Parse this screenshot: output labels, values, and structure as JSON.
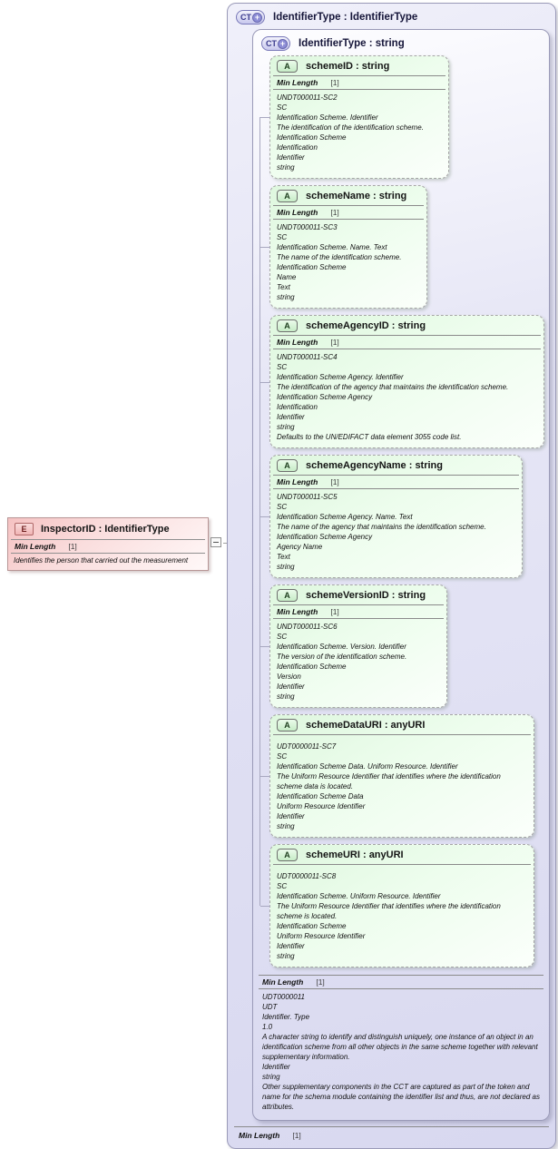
{
  "element_box": {
    "icon": "E",
    "title": "InspectorID : IdentifierType",
    "facet": {
      "label": "Min Length",
      "value": "[1]"
    },
    "description": "Identifies the person that carried out the measurement"
  },
  "outer_type_box": {
    "icon": "CT",
    "icon_plus": "+",
    "title": "IdentifierType : IdentifierType",
    "facet": {
      "label": "Min Length",
      "value": "[1]"
    }
  },
  "inner_type_box": {
    "icon": "CT",
    "icon_plus": "+",
    "title": "IdentifierType : string",
    "attributes": [
      {
        "icon": "A",
        "name": "schemeID : string",
        "facet": {
          "label": "Min Length",
          "value": "[1]"
        },
        "details": [
          "UNDT000011-SC2",
          "SC",
          "Identification Scheme. Identifier",
          "The identification of the identification scheme.",
          "Identification Scheme",
          "Identification",
          "Identifier",
          "string"
        ]
      },
      {
        "icon": "A",
        "name": "schemeName : string",
        "facet": {
          "label": "Min Length",
          "value": "[1]"
        },
        "details": [
          "UNDT000011-SC3",
          "SC",
          "Identification Scheme. Name. Text",
          "The name of the identification scheme.",
          "Identification Scheme",
          "Name",
          "Text",
          "string"
        ]
      },
      {
        "icon": "A",
        "name": "schemeAgencyID : string",
        "facet": {
          "label": "Min Length",
          "value": "[1]"
        },
        "details": [
          "UNDT000011-SC4",
          "SC",
          "Identification Scheme Agency. Identifier",
          "The identification of the agency that maintains the identification scheme.",
          "Identification Scheme Agency",
          "Identification",
          "Identifier",
          "string",
          "Defaults to the UN/EDIFACT data element 3055 code list."
        ]
      },
      {
        "icon": "A",
        "name": "schemeAgencyName : string",
        "facet": {
          "label": "Min Length",
          "value": "[1]"
        },
        "details": [
          "UNDT000011-SC5",
          "SC",
          "Identification Scheme Agency. Name. Text",
          "The name of the agency that maintains the identification scheme.",
          "Identification Scheme Agency",
          "Agency Name",
          "Text",
          "string"
        ]
      },
      {
        "icon": "A",
        "name": "schemeVersionID : string",
        "facet": {
          "label": "Min Length",
          "value": "[1]"
        },
        "details": [
          "UNDT000011-SC6",
          "SC",
          "Identification Scheme. Version. Identifier",
          "The version of the identification scheme.",
          "Identification Scheme",
          "Version",
          "Identifier",
          "string"
        ]
      },
      {
        "icon": "A",
        "name": "schemeDataURI : anyURI",
        "details": [
          "UDT0000011-SC7",
          "SC",
          "Identification Scheme Data. Uniform Resource. Identifier",
          "The Uniform Resource Identifier that identifies where the identification scheme data is located.",
          "Identification Scheme Data",
          "Uniform Resource Identifier",
          "Identifier",
          "string"
        ]
      },
      {
        "icon": "A",
        "name": "schemeURI : anyURI",
        "details": [
          "UDT0000011-SC8",
          "SC",
          "Identification Scheme. Uniform Resource. Identifier",
          "The Uniform Resource Identifier that identifies where the identification scheme is located.",
          "Identification Scheme",
          "Uniform Resource Identifier",
          "Identifier",
          "string"
        ]
      }
    ],
    "facet": {
      "label": "Min Length",
      "value": "[1]"
    },
    "details": [
      "UDT0000011",
      "UDT",
      "Identifier. Type",
      "1.0",
      "A character string to identify and distinguish uniquely, one instance of an object in an identification scheme from all other objects in the same scheme together with relevant supplementary information.",
      "Identifier",
      "string",
      "Other supplementary components in the CCT are captured as part of the token and name for the schema module containing the identifier list and thus, are not declared as attributes."
    ]
  }
}
